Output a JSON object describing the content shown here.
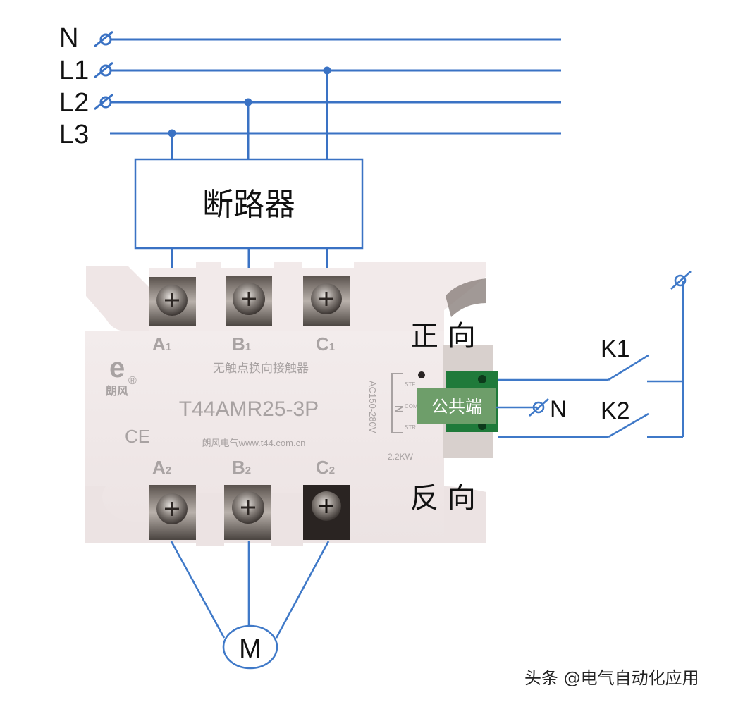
{
  "bus": {
    "lines": [
      {
        "id": "N",
        "label": "N",
        "has_terminal_symbol": true
      },
      {
        "id": "L1",
        "label": "L1",
        "has_terminal_symbol": true
      },
      {
        "id": "L2",
        "label": "L2",
        "has_terminal_symbol": true
      },
      {
        "id": "L3",
        "label": "L3",
        "has_terminal_symbol": false
      }
    ]
  },
  "breaker": {
    "label": "断路器"
  },
  "device": {
    "title": "无触点换向接触器",
    "brand": "朗风",
    "registered": "®",
    "model": "T44AMR25-3P",
    "cert": "CE",
    "website": "朗风电气www.t44.com.cn",
    "voltage": "AC150-280V",
    "power": "2.2KW",
    "control_pins": [
      "STF",
      "COM",
      "STR"
    ],
    "control_pin_symbol": "N",
    "input_terminals": [
      {
        "letter": "A",
        "sub": "1"
      },
      {
        "letter": "B",
        "sub": "1"
      },
      {
        "letter": "C",
        "sub": "1"
      }
    ],
    "output_terminals": [
      {
        "letter": "A",
        "sub": "2"
      },
      {
        "letter": "B",
        "sub": "2"
      },
      {
        "letter": "C",
        "sub": "2"
      }
    ]
  },
  "labels": {
    "forward": "正 向",
    "reverse": "反 向",
    "common": "公共端",
    "neutral": "N",
    "k1": "K1",
    "k2": "K2",
    "motor": "M"
  },
  "watermark": "头条 @电气自动化应用",
  "colors": {
    "wire": "#3a72c4",
    "common_box": "#6e9e6a",
    "connector_green": "#1f7a3a",
    "device_body": "#f1e9e9"
  }
}
